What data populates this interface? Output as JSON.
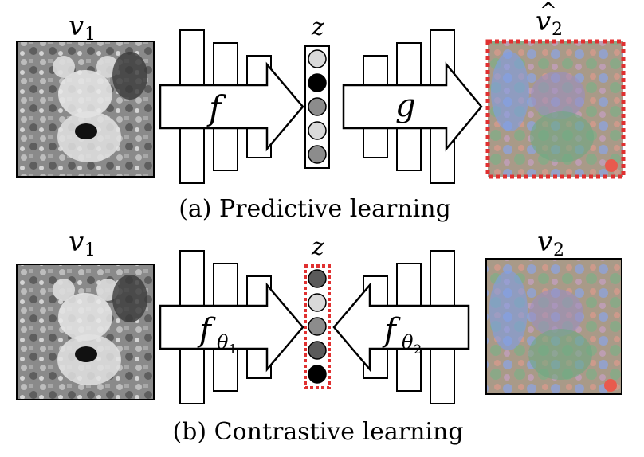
{
  "panel_a": {
    "input_label": "v",
    "input_sub": "1",
    "latent_label": "z",
    "output_label": "v",
    "output_hat": "^",
    "output_sub": "2",
    "encoder_label": "f",
    "decoder_label": "g",
    "caption": "(a) Predictive learning",
    "latent_shades": [
      "#d9d9d9",
      "#000000",
      "#8c8c8c",
      "#d9d9d9",
      "#8c8c8c"
    ]
  },
  "panel_b": {
    "input_label": "v",
    "input_sub": "1",
    "latent_label": "z",
    "output_label": "v",
    "output_sub": "2",
    "encoder_label": "f",
    "encoder_sub": "θ",
    "encoder_subsub": "1",
    "decoder_label": "f",
    "decoder_sub": "θ",
    "decoder_subsub": "2",
    "caption": "(b) Contrastive learning",
    "latent_shades": [
      "#5a5a5a",
      "#d9d9d9",
      "#8c8c8c",
      "#5a5a5a",
      "#000000"
    ]
  },
  "colors": {
    "highlight_dash": "#e03030",
    "stroke": "#000000"
  }
}
